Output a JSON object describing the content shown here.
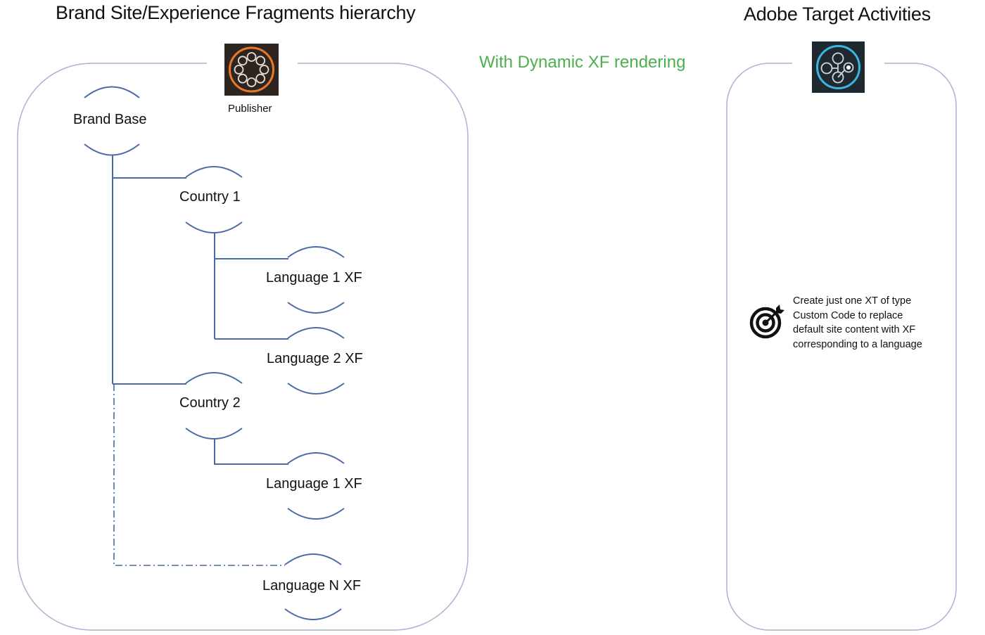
{
  "left_panel": {
    "title": "Brand Site/Experience Fragments hierarchy",
    "publisher_icon": {
      "icon": "aem-publisher-icon",
      "caption": "Publisher",
      "ring_color": "#e8792b",
      "bg_color": "#2e2520"
    },
    "frame_color": "#a9b3d3",
    "tree_line_color": "#4a6aa5",
    "nodes": [
      {
        "id": "brand-base",
        "label": "Brand Base",
        "level": 0
      },
      {
        "id": "country-1",
        "label": "Country 1",
        "level": 1,
        "parent": "brand-base"
      },
      {
        "id": "c1-language-1",
        "label": "Language 1 XF",
        "level": 2,
        "parent": "country-1"
      },
      {
        "id": "c1-language-2",
        "label": "Language 2 XF",
        "level": 2,
        "parent": "country-1"
      },
      {
        "id": "country-2",
        "label": "Country 2",
        "level": 1,
        "parent": "brand-base"
      },
      {
        "id": "c2-language-1",
        "label": "Language 1 XF",
        "level": 2,
        "parent": "country-2"
      },
      {
        "id": "language-n",
        "label": "Language N XF",
        "level": 2,
        "parent": "brand-base",
        "connector": "dash-dot"
      }
    ]
  },
  "middle": {
    "subtitle": "With Dynamic XF rendering",
    "subtitle_color": "#4caf50"
  },
  "right_panel": {
    "title": "Adobe Target Activities",
    "target_icon": {
      "icon": "adobe-target-icon",
      "ring_color": "#3ab6e0",
      "bg_color": "#1f2a30"
    },
    "activity": {
      "icon": "bullseye-target-icon",
      "lines": [
        "Create just one XT  of type",
        "Custom Code to replace",
        "default site content with XF",
        "corresponding to a language"
      ]
    }
  }
}
